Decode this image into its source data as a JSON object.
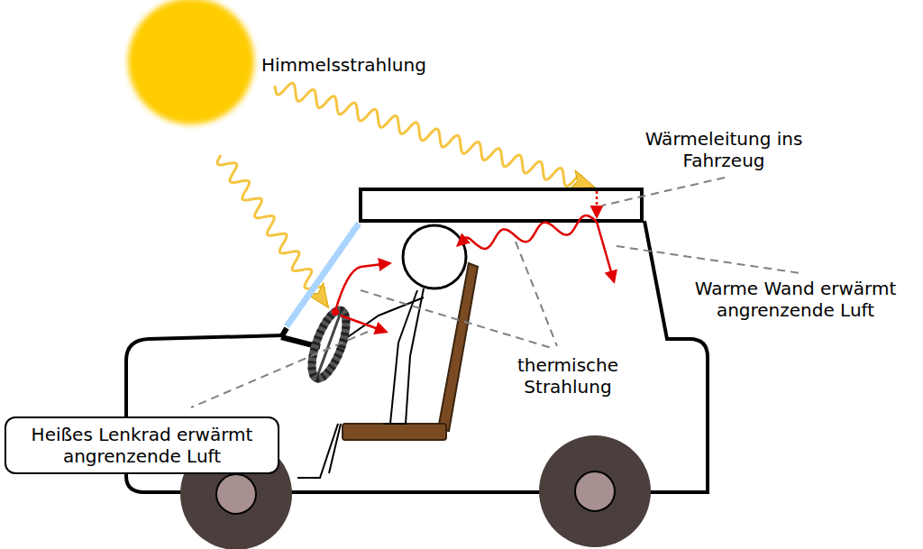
{
  "diagram": {
    "nodes": [
      {
        "text": [
          "Heißes Lenkrad erwärmt angrenzende Luft"
        ]
      }
    ],
    "edges": [],
    "labels": [
      "Himmelsstrahlung",
      "Wärmeleitung ins Fahrzeug",
      "Warme Wand erwärmt angrenzende Luft",
      "thermische Strahlung"
    ]
  }
}
